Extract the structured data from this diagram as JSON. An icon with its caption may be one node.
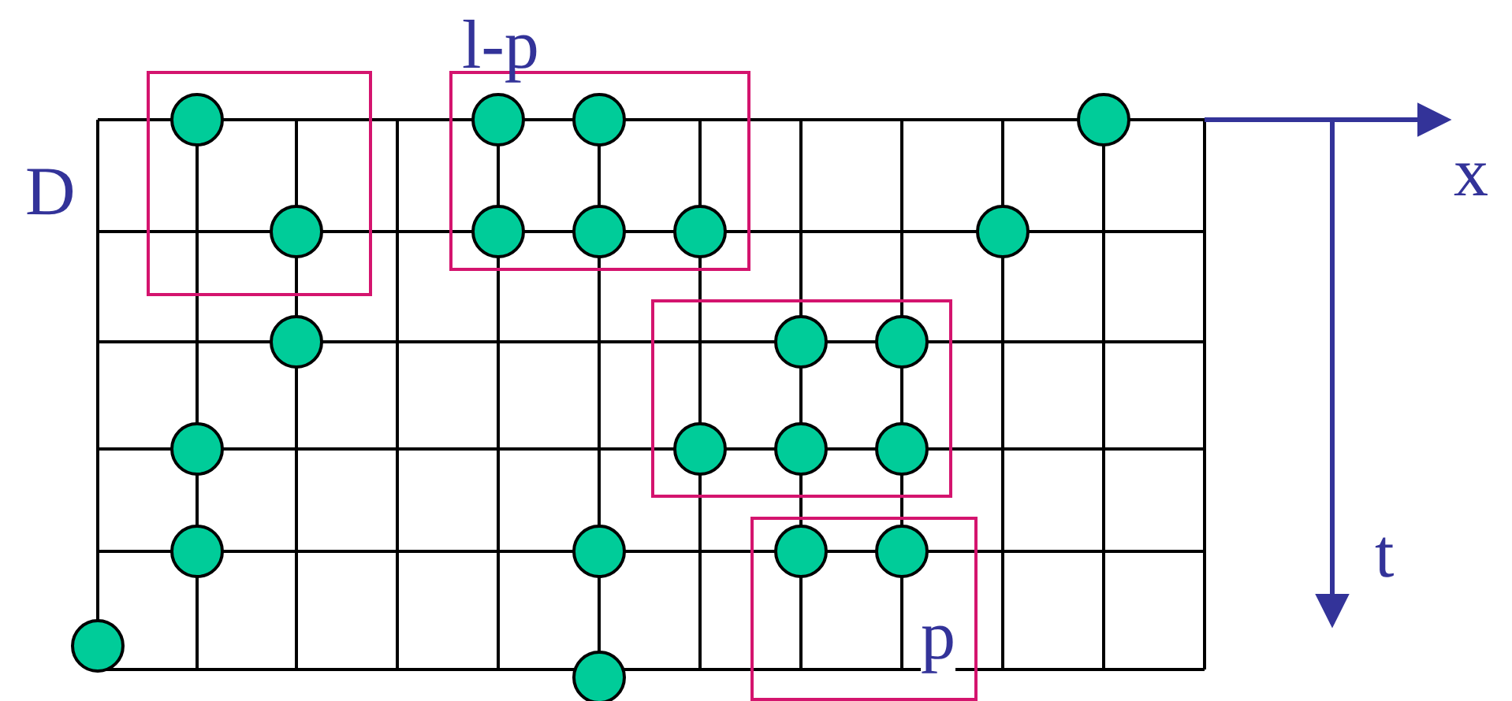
{
  "diagram": {
    "nodes": [
      {
        "text": [],
        "shape": "box"
      },
      {
        "text": [
          "l-p"
        ]
      },
      {
        "text": [],
        "shape": "box"
      },
      {
        "text": [
          "p"
        ]
      }
    ],
    "labels": [
      "D",
      "x",
      "t"
    ]
  }
}
